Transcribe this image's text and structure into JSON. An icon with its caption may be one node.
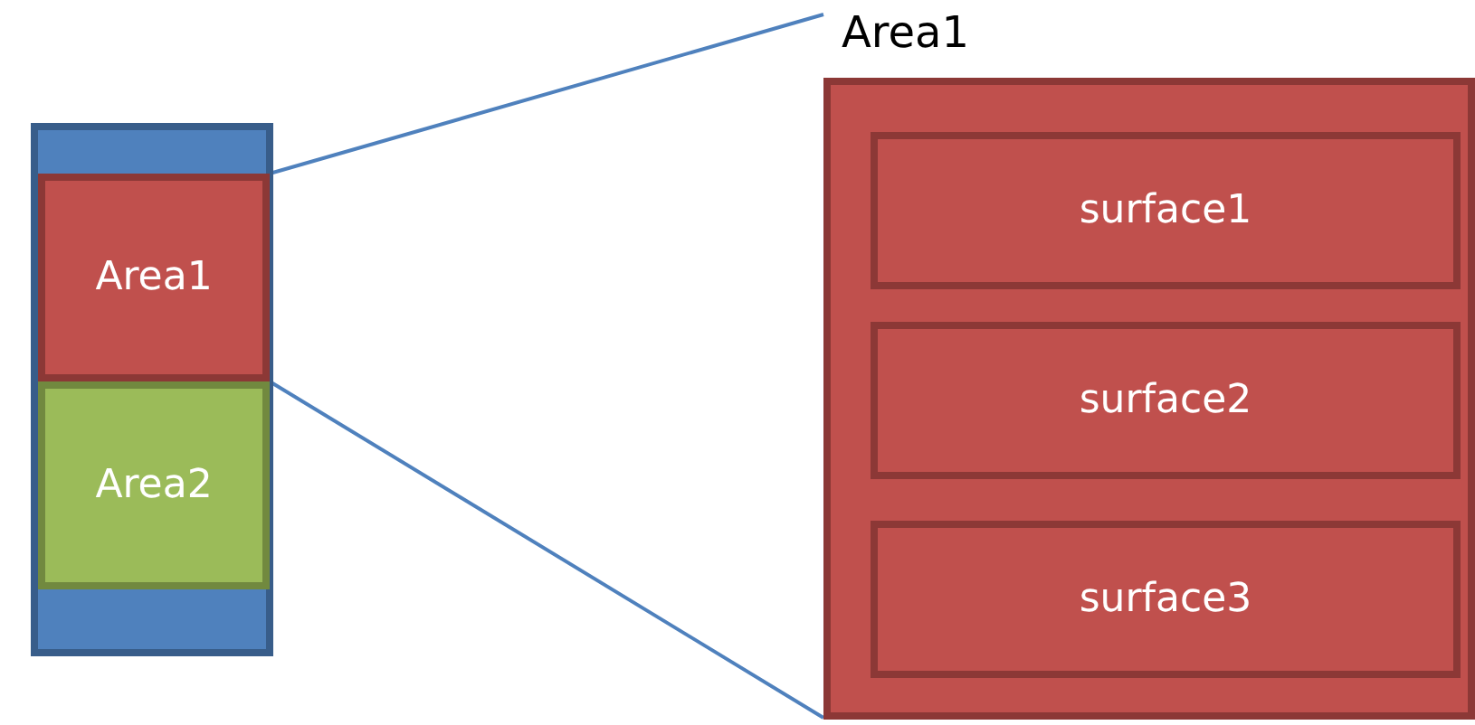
{
  "diagram": {
    "nodes": [
      {
        "text": [],
        "shape": "bar"
      },
      {
        "text": [
          "Area1"
        ],
        "in": 0
      },
      {
        "text": [
          "Area2"
        ],
        "in": 0
      },
      {
        "text": [
          "Area1"
        ]
      },
      {
        "text": [
          "surface1"
        ],
        "in": 3
      },
      {
        "text": [
          "surface2"
        ],
        "in": 3
      },
      {
        "text": [
          "surface3"
        ],
        "in": 3
      }
    ],
    "edges": [
      {
        "from": 1,
        "to": 3,
        "arrow": "none"
      },
      {
        "from": 1,
        "to": 3,
        "arrow": "none"
      }
    ]
  }
}
